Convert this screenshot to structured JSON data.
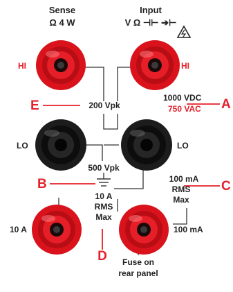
{
  "colors": {
    "red": "#e4202a",
    "terminal_red": "#d9121c",
    "terminal_black": "#1c1c1c",
    "wire": "#333333",
    "text": "#222222"
  },
  "header": {
    "sense_title": "Sense",
    "sense_sub": "Ω 4 W",
    "input_title": "Input",
    "input_sub": "V Ω ⊣⊢ ➔⊢"
  },
  "icons": {
    "warning": "warning-triangle-icon"
  },
  "terminals": {
    "sense_hi_label": "HI",
    "input_hi_label": "HI",
    "sense_lo_label": "LO",
    "input_lo_label": "LO",
    "amp_10_label": "10 A",
    "ma_100_label": "100 mA"
  },
  "ratings": {
    "vpk_200": "200 Vpk",
    "vdc_1000": "1000 VDC",
    "vac_750": "750 VAC",
    "vpk_500": "500 Vpk",
    "ma_line1": "100 mA",
    "ma_line2": "RMS",
    "ma_line3": "Max",
    "a_line1": "10 A",
    "a_line2": "RMS",
    "a_line3": "Max",
    "fuse_line1": "Fuse on",
    "fuse_line2": "rear panel"
  },
  "callouts": {
    "a": "A",
    "b": "B",
    "c": "C",
    "d": "D",
    "e": "E"
  }
}
